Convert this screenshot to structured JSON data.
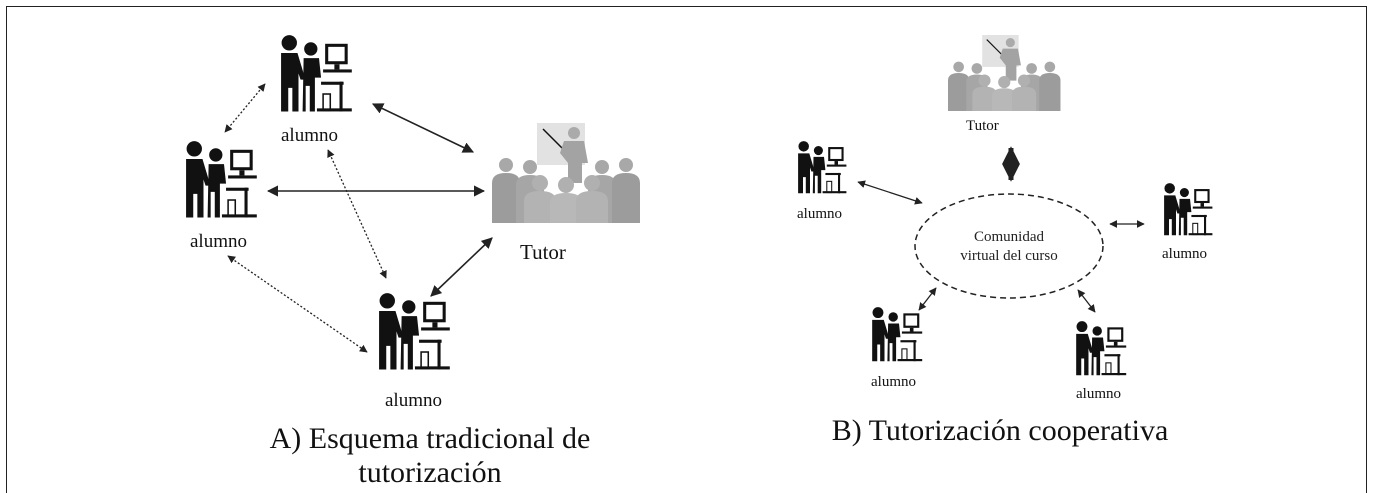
{
  "panel_a": {
    "caption_line1": "A) Esquema  tradicional de",
    "caption_line2": "tutorización",
    "students": [
      "alumno",
      "alumno",
      "alumno"
    ],
    "tutor_label": "Tutor"
  },
  "panel_b": {
    "caption": "B) Tutorización cooperativa",
    "tutor_label": "Tutor",
    "community_line1": "Comunidad",
    "community_line2": "virtual del curso",
    "students": [
      "alumno",
      "alumno",
      "alumno",
      "alumno"
    ]
  },
  "colors": {
    "student_icon": "#111111",
    "tutor_icon": "#9a9a9a",
    "arrows": "#222222"
  },
  "icons": {
    "student": "student-at-computer-icon",
    "tutor": "teacher-with-class-icon"
  }
}
